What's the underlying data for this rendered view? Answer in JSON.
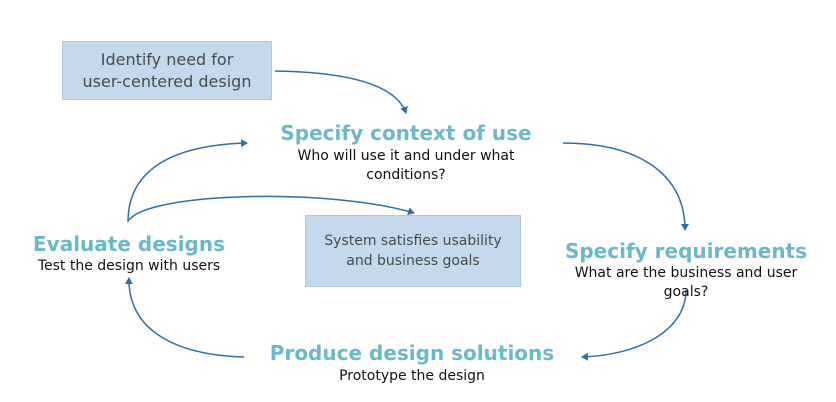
{
  "start_box": {
    "text": "Identify need for\nuser-centered design"
  },
  "stages": {
    "context": {
      "title": "Specify context of use",
      "description": "Who will use it and under what conditions?"
    },
    "requirements": {
      "title": "Specify requirements",
      "description": "What are the business and user goals?"
    },
    "produce": {
      "title": "Produce design solutions",
      "description": "Prototype the design"
    },
    "evaluate": {
      "title": "Evaluate designs",
      "description": "Test the design with users"
    }
  },
  "goal_box": {
    "text": "System satisfies usability\nand business goals"
  },
  "colors": {
    "stage_title": "#6ab8c9",
    "box_fill": "#c5d8ec",
    "arrow": "#2f6fa8"
  }
}
